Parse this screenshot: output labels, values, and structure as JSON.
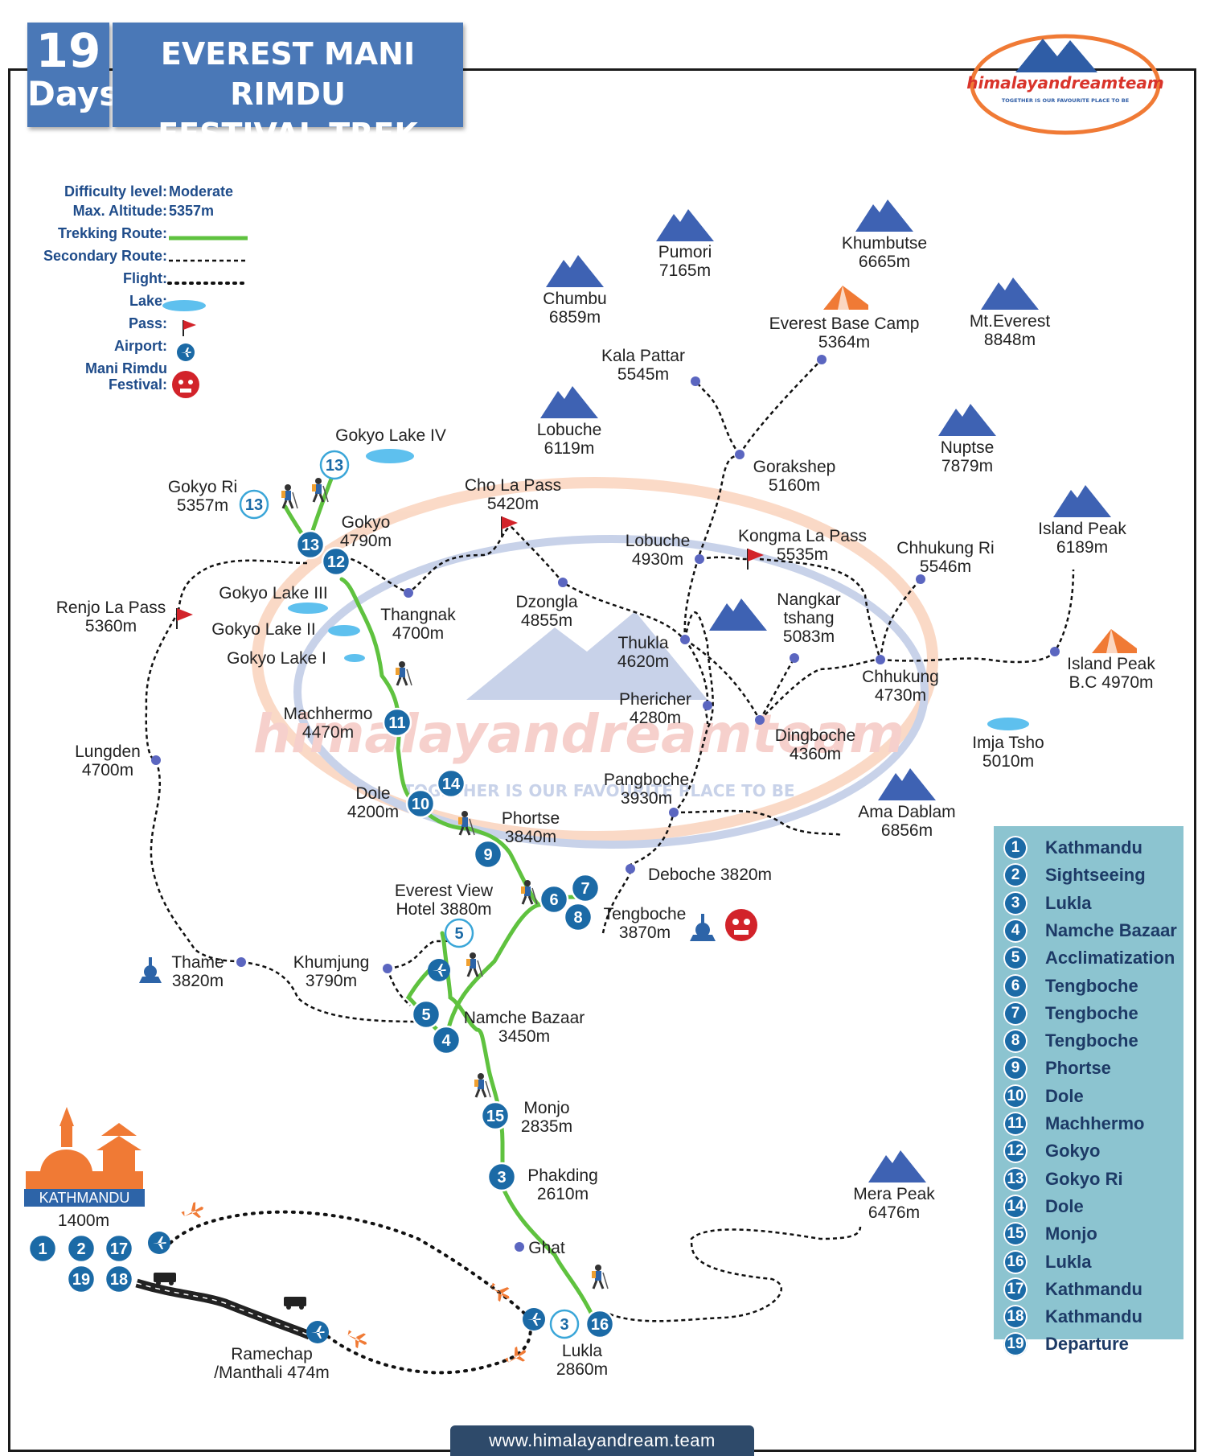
{
  "title": {
    "days_number": "19",
    "days_unit": "Days",
    "line1": "EVEREST MANI RIMDU",
    "line2": "FESTIVAL TREK"
  },
  "logo": {
    "brand": "himalayandreamteam",
    "tagline": "TOGETHER IS OUR FAVOURITE PLACE TO BE"
  },
  "watermark": {
    "brand": "himalayandreamteam",
    "tagline": "TOGETHER IS OUR FAVOURITE PLACE TO BE"
  },
  "legend": {
    "difficulty_label": "Difficulty level:",
    "difficulty_value": "Moderate",
    "altitude_label": "Max. Altitude:",
    "altitude_value": "5357m",
    "trekking_label": "Trekking Route:",
    "secondary_label": "Secondary Route:",
    "flight_label": "Flight:",
    "lake_label": "Lake:",
    "pass_label": "Pass:",
    "airport_label": "Airport:",
    "festival_label1": "Mani Rimdu",
    "festival_label2": "Festival:"
  },
  "colors": {
    "route_green": "#5fc23f",
    "badge_blue": "#1b6aa6",
    "title_blue": "#4a78b7",
    "mountain_blue": "#3e62b3",
    "tent_orange": "#f07a35",
    "lake_blue": "#5ec0ee",
    "pass_red": "#d2232a",
    "legend_blue": "#1f4c8a",
    "itinerary_bg": "#8cc4d0"
  },
  "mountains": [
    {
      "name": "Pumori",
      "alt": "7165m"
    },
    {
      "name": "Khumbutse",
      "alt": "6665m"
    },
    {
      "name": "Chumbu",
      "alt": "6859m"
    },
    {
      "name": "Mt.Everest",
      "alt": "8848m"
    },
    {
      "name": "Lobuche",
      "alt": "6119m"
    },
    {
      "name": "Nuptse",
      "alt": "7879m"
    },
    {
      "name": "Island Peak",
      "alt": "6189m"
    },
    {
      "name": "Ama Dablam",
      "alt": "6856m"
    },
    {
      "name": "Mera Peak",
      "alt": "6476m"
    }
  ],
  "places": [
    {
      "name": "Everest Base Camp",
      "alt": "5364m"
    },
    {
      "name": "Kala Pattar",
      "alt": "5545m"
    },
    {
      "name": "Gorakshep",
      "alt": "5160m"
    },
    {
      "name": "Gokyo Lake IV",
      "alt": ""
    },
    {
      "name": "Cho La Pass",
      "alt": "5420m"
    },
    {
      "name": "Gokyo Ri",
      "alt": "5357m"
    },
    {
      "name": "Gokyo",
      "alt": "4790m"
    },
    {
      "name": "Lobuche",
      "alt": "4930m"
    },
    {
      "name": "Kongma La Pass",
      "alt": "5535m"
    },
    {
      "name": "Chhukung Ri",
      "alt": "5546m"
    },
    {
      "name": "Gokyo Lake III",
      "alt": ""
    },
    {
      "name": "Renjo La Pass",
      "alt": "5360m"
    },
    {
      "name": "Thangnak",
      "alt": "4700m"
    },
    {
      "name": "Dzongla",
      "alt": "4855m"
    },
    {
      "name": "Nangkar",
      "alt": "tshang"
    },
    {
      "name": "5083m",
      "alt": ""
    },
    {
      "name": "Gokyo Lake II",
      "alt": ""
    },
    {
      "name": "Thukla",
      "alt": "4620m"
    },
    {
      "name": "Island Peak",
      "alt": "B.C 4970m"
    },
    {
      "name": "Gokyo Lake I",
      "alt": ""
    },
    {
      "name": "Chhukung",
      "alt": "4730m"
    },
    {
      "name": "Machhermo",
      "alt": "4470m"
    },
    {
      "name": "Phericher",
      "alt": "4280m"
    },
    {
      "name": "Dingboche",
      "alt": "4360m"
    },
    {
      "name": "Imja Tsho",
      "alt": "5010m"
    },
    {
      "name": "Lungden",
      "alt": "4700m"
    },
    {
      "name": "Pangboche",
      "alt": "3930m"
    },
    {
      "name": "Dole",
      "alt": "4200m"
    },
    {
      "name": "Phortse",
      "alt": "3840m"
    },
    {
      "name": "Deboche 3820m",
      "alt": ""
    },
    {
      "name": "Everest View",
      "alt": "Hotel 3880m"
    },
    {
      "name": "Tengboche",
      "alt": "3870m"
    },
    {
      "name": "Thame",
      "alt": "3820m"
    },
    {
      "name": "Khumjung",
      "alt": "3790m"
    },
    {
      "name": "Namche Bazaar",
      "alt": "3450m"
    },
    {
      "name": "Monjo",
      "alt": "2835m"
    },
    {
      "name": "Phakding",
      "alt": "2610m"
    },
    {
      "name": "Ghat",
      "alt": ""
    },
    {
      "name": "Lukla",
      "alt": "2860m"
    },
    {
      "name": "Ramechap",
      "alt": "/Manthali 474m"
    }
  ],
  "kathmandu": {
    "name": "KATHMANDU",
    "alt": "1400m"
  },
  "map_badges": [
    "13",
    "13",
    "13",
    "12",
    "11",
    "14",
    "10",
    "9",
    "7",
    "6",
    "8",
    "5",
    "5",
    "4",
    "15",
    "3",
    "3",
    "16",
    "1",
    "2",
    "17",
    "19",
    "18"
  ],
  "itinerary": [
    {
      "day": "1",
      "place": "Kathmandu"
    },
    {
      "day": "2",
      "place": "Sightseeing"
    },
    {
      "day": "3",
      "place": "Lukla"
    },
    {
      "day": "4",
      "place": "Namche Bazaar"
    },
    {
      "day": "5",
      "place": "Acclimatization"
    },
    {
      "day": "6",
      "place": "Tengboche"
    },
    {
      "day": "7",
      "place": "Tengboche"
    },
    {
      "day": "8",
      "place": "Tengboche"
    },
    {
      "day": "9",
      "place": "Phortse"
    },
    {
      "day": "10",
      "place": "Dole"
    },
    {
      "day": "11",
      "place": "Machhermo"
    },
    {
      "day": "12",
      "place": "Gokyo"
    },
    {
      "day": "13",
      "place": "Gokyo Ri"
    },
    {
      "day": "14",
      "place": "Dole"
    },
    {
      "day": "15",
      "place": "Monjo"
    },
    {
      "day": "16",
      "place": "Lukla"
    },
    {
      "day": "17",
      "place": "Kathmandu"
    },
    {
      "day": "18",
      "place": "Kathmandu"
    },
    {
      "day": "19",
      "place": "Departure"
    }
  ],
  "website": "www.himalayandream.team"
}
